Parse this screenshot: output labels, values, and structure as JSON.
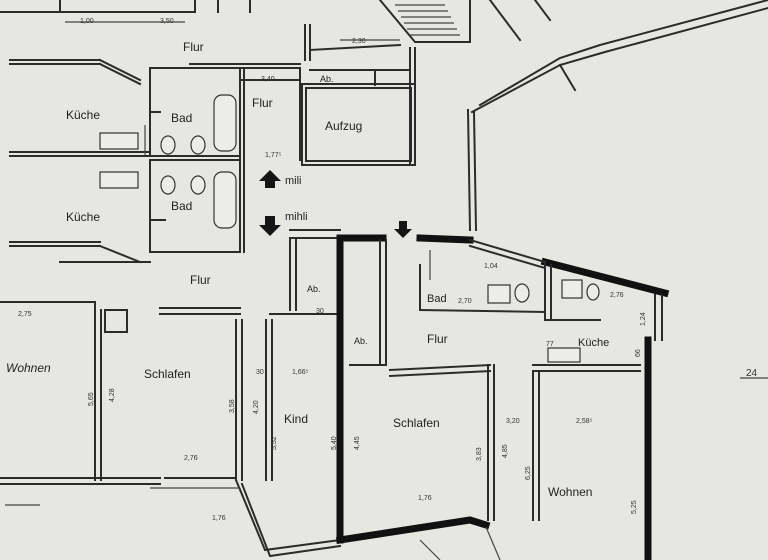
{
  "rooms": {
    "flur_top": "Flur",
    "flur_stair": "Flur",
    "bad_upper": "Bad",
    "bad_lower": "Bad",
    "kueche_upper": "Küche",
    "kueche_lower": "Küche",
    "aufzug": "Aufzug",
    "ab_lift": "Ab.",
    "flur_mid": "Flur",
    "ab_mid": "Ab.",
    "ab_apt": "Ab.",
    "flur_apt": "Flur",
    "bad_apt": "Bad",
    "kueche_apt": "Küche",
    "wohnen_left": "Wohnen",
    "schlafen_left": "Schlafen",
    "kind": "Kind",
    "schlafen_apt": "Schlafen",
    "wohnen_apt": "Wohnen"
  },
  "markers": {
    "mili": "mili",
    "mihli": "mihli"
  },
  "dimensions": {
    "d_100": "1,00",
    "d_350": "3,50",
    "d_230": "2,30",
    "d_340": "3,40",
    "d_177": "1,77⁵",
    "d_275": "2,75",
    "d_30a": "30",
    "d_30b": "30",
    "d_166": "1,66⁵",
    "d_565": "5,65",
    "d_428": "4,28",
    "d_358": "3,58",
    "d_420": "4,20",
    "d_552": "5,52",
    "d_540": "5,40",
    "d_445": "4,45",
    "d_383": "3,83",
    "d_485": "4,85",
    "d_320": "3,20",
    "d_258": "2,58⁵",
    "d_625": "6,25",
    "d_525": "5,25",
    "d_276": "2,76",
    "d_176a": "1,76",
    "d_176b": "1,76",
    "d_270": "2,70",
    "d_276b": "2,76",
    "d_124": "1,24",
    "d_104": "1,04",
    "d_77": "77",
    "d_66": "66",
    "d_24": "24"
  }
}
